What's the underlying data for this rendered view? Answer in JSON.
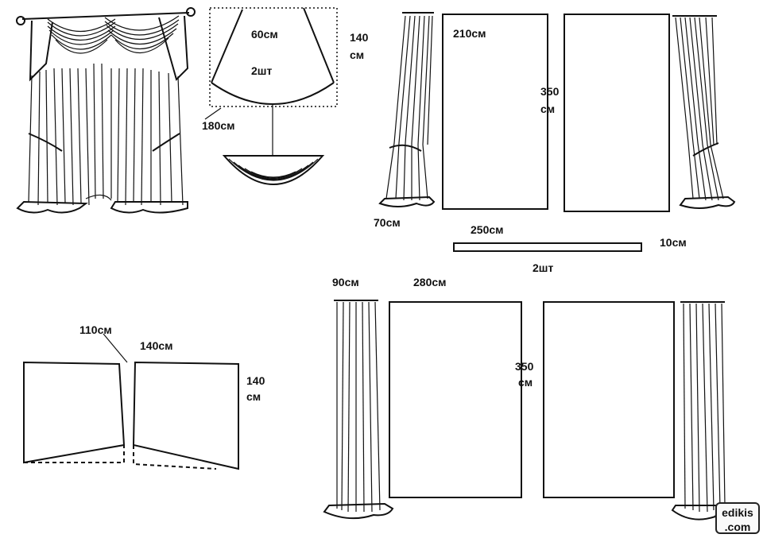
{
  "labels": {
    "valance_top_width": "60см",
    "valance_height_num": "140",
    "valance_height_unit": "см",
    "valance_count": "2шт",
    "valance_bottom_width": "180см",
    "curtain_top_width": "210см",
    "curtain_top_height_num": "350",
    "curtain_top_height_unit": "см",
    "sheer_top_width": "70см",
    "tieback_length": "250см",
    "tieback_width": "10см",
    "tieback_count": "2шт",
    "side_top_width": "110см",
    "side_panel_width": "140см",
    "side_height_num": "140",
    "side_height_unit": "см",
    "sheer_bottom_width": "90см",
    "curtain_bottom_width": "280см",
    "curtain_bottom_height_num": "350",
    "curtain_bottom_height_unit": "см"
  },
  "watermark": {
    "line1": "edikis",
    "line2": ".com"
  }
}
